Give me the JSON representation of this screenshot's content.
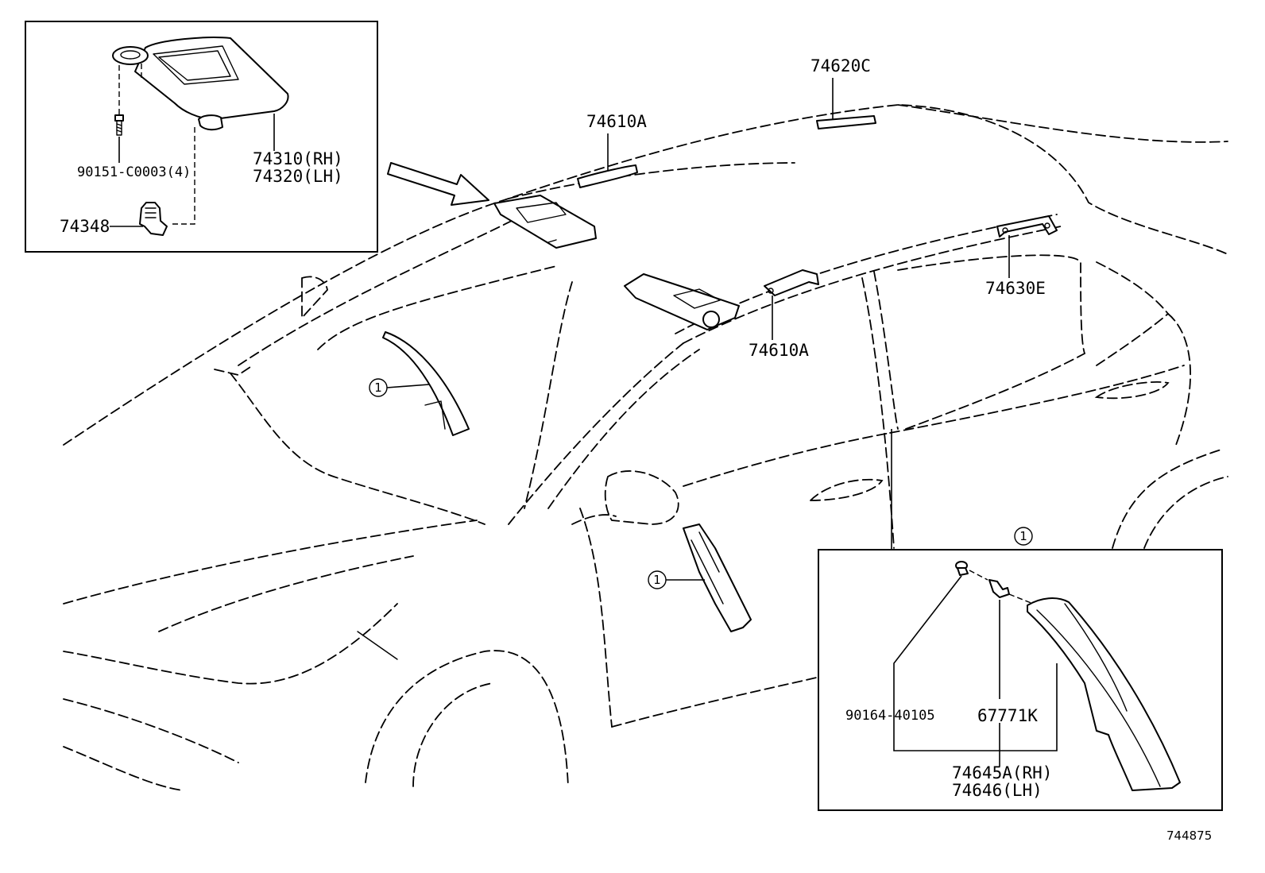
{
  "inset_top": {
    "labels": {
      "bolt": "90151-C0003(4)",
      "visor_rh": "74310(RH)",
      "visor_lh": "74320(LH)",
      "holder": "74348"
    }
  },
  "main": {
    "labels": {
      "assist_grip_front": "74610A",
      "assist_grip_center": "74620C",
      "assist_grip_pillar": "74610A",
      "assist_grip_rear": "74630E"
    },
    "callout_marker": "1"
  },
  "inset_bottom": {
    "marker": "1",
    "labels": {
      "screw": "90164-40105",
      "clip": "67771K",
      "garnish_rh": "74645A(RH)",
      "garnish_lh": "74646(LH)"
    }
  },
  "diagram_ref": "744875"
}
